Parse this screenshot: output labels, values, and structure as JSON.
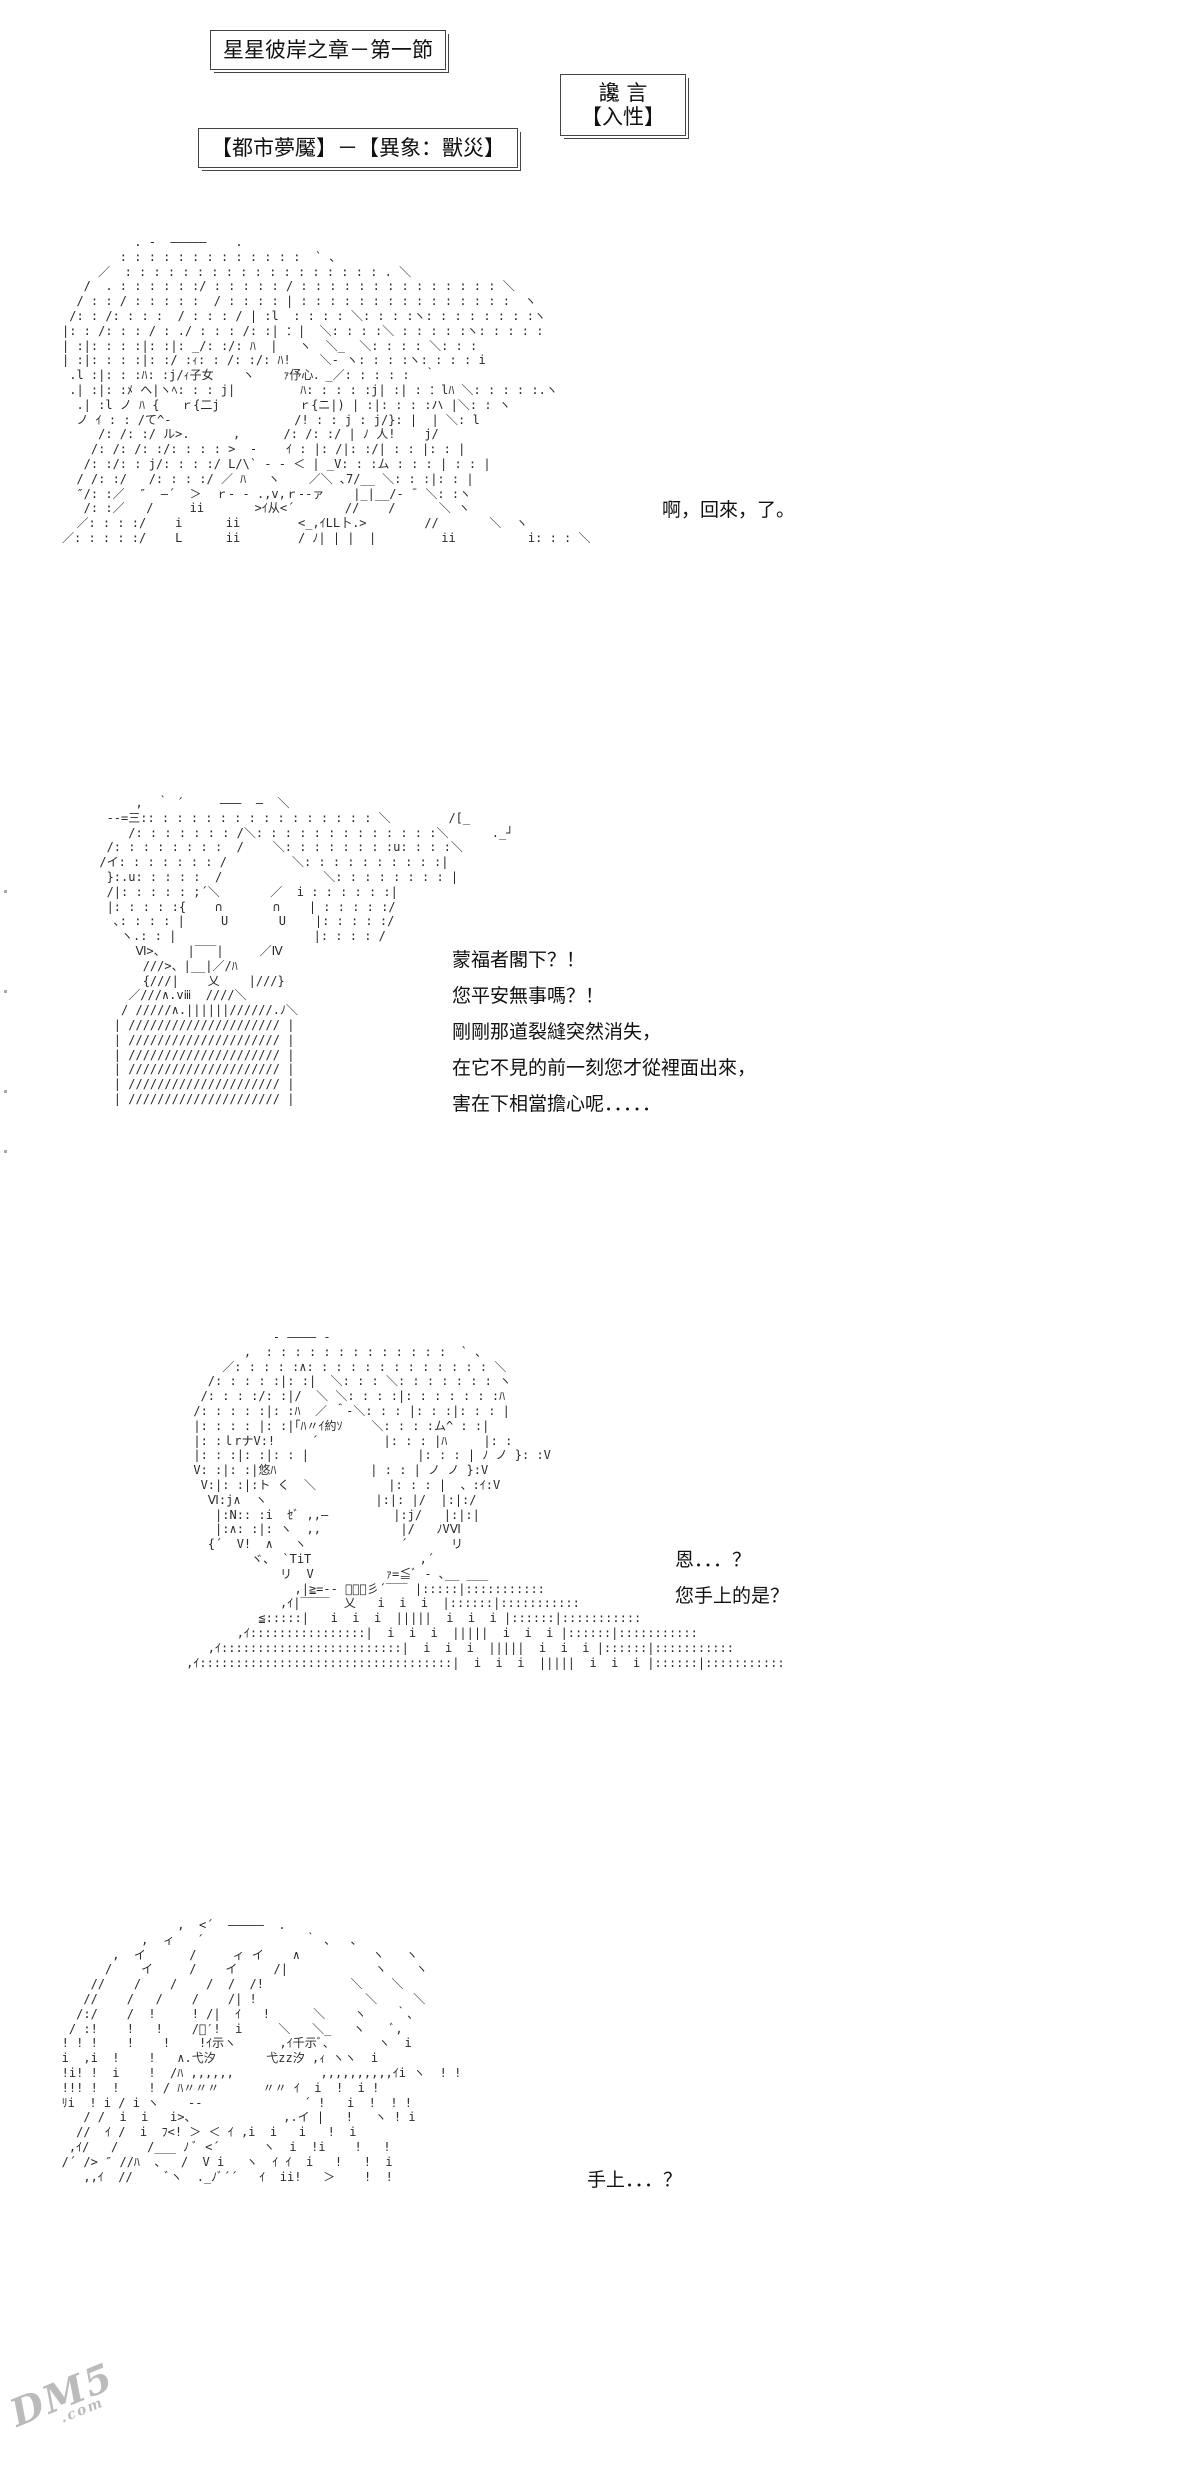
{
  "header": {
    "title": "星星彼岸之章－第一節",
    "tag": "【都市夢魘】－【異象：獸災】",
    "stat_line1": "讒  言",
    "stat_line2": "【入性】"
  },
  "panels": [
    {
      "lines": [
        "啊，回來，了。"
      ]
    },
    {
      "lines": [
        "蒙福者閣下？！",
        "您平安無事嗎？！",
        "剛剛那道裂縫突然消失，",
        "在它不見的前一刻您才從裡面出來，",
        "害在下相當擔心呢．．．．．"
      ]
    },
    {
      "lines": [
        "恩．．．？",
        "您手上的是？"
      ]
    },
    {
      "lines": [
        "手上．．．？"
      ]
    }
  ],
  "art": {
    "a1": "          . -  ―――――    .\n        : : : : : : : : : : : : :  ` 、\n     ／  : : : : : : : : : : : : : : : : : : . ＼\n   /  . : : : : : :/ : : : : : / : : : : : : : : : : : : : : ＼\n  / : : / : : : : :  / : : : : | : : : : : : : : : : : : : : :  ヽ\n /: : /: : : :  / : : : / | :l  : : : : ＼: : : :ヽ: : : : : : : :ヽ\n|: : /: : : / : ./ : : : /: :| ：|  ＼: : : :＼ : : : : :ヽ: : : : :\n| :|: : : :|: :|: _/: :/: ﾊ  |   ヽ  ＼_  ＼: : : : ＼: : :\n| :|: : : :|: :/ :ｨ: : /: :/: ﾊ!    ＼- ヽ: : : :ヽ: : : : i\n .l :|: : :ﾊ: :j/ｨ子女    ヽ    ｧ伃心．_／: : : : :  ｀\n .| :|: :ﾒ ヘ|ヽﾍ: : : j|         ﾊ: : : : :j| :| : ：lﾊ ＼: : : : :.ヽ\n  .| :l ノ ﾊ {   ｒ{二j           ｒ{ニ|) | :|: : : :ハ |＼: : ヽ\n  ノ ｲ : : /て^-                 /! : : j : j/}: |  | ＼: l\n     /: /: :/ ル>.      ,      /: /: :/ | ﾉ 人!    j/\n    /: /: /: :/: : : : >  ‐    ｲ : |: /|: :/| : : |: : |\n   /: :/: : j/: : : :/ L/\\` ‐ ‐ ＜ | _V: : :ム : : : | : : |\n  / /: :/   /: : : :/ ／ ﾊ   ヽ    ／＼ ､7/__ ＼: : :|: : |\n  ″/: :／  ″  ―´  ＞  ｒ‐ ‐ .,v,ｒ‐‐ァ    |_|__/‐ ¯ ＼: :ヽ\n   /: :／   /     ii       >ｲ从<´       //    /      ＼ ヽ\n  ／: : : :/    i      ii        <_,ｲLL卜.>        //       ＼  ヽ\n／: : : : :/    L      ii        / ﾉ| | |  |         ii          i: : : ＼",
    "a2": "           ,  ｀ ´     ―――  ―  ＼\n       ‐‐=三:: : : : : : : : : : : : : : : : ＼        /[_\n          /: : : : : : : /＼: : : : : : : : : : : : :＼      ._┘\n       /: : : : : : : :  /    ＼: : : : : : : :u: : : :＼\n      /イ: : : : : : : /         ＼: : : : : : : : : :|\n       }:.u: : : : :  /              ＼: : : : : : : : |\n       /|: : : : : ;´＼       ／  i : : : : : :|\n       |: : : : :{    ∩       ∩    | : : : : :/\n        ､: : : : |     U       U    |: : : : :/\n         ヽ.: : |                   |: : : : /\n           Ⅵ>、   |‾‾‾|     ／Ⅳ\n            ///>、|__|／/ﾊ\n            {///|    乂    |///}\n          ／///∧.vⅲ  ////＼\n         / /////∧.||||||//////.ﾉ＼\n        | ///////////////////// |\n        | ///////////////////// |\n        | ///////////////////// |\n        | ///////////////////// |\n        | ///////////////////// |\n        | ///////////////////// |",
    "a3": "                 ‐ ―――― ‐\n             ,  : : : : : : : : : : : : :  ` 、\n          ／: : : : :∧: : : : : : : : : : : : : ＼\n        /: : : : :|: :|  ＼: : : ＼: : : : : : : ヽ\n       /: : : :/: :|/  ＼ ＼: : : :|: : : : : : :ﾊ\n      /: : : : :|: :ﾊ  ／ ＾-＼: : : |: : :|: : : |\n      |: : : : |: :|｢ﾊ〃ｲ約ｿ    ＼: : : :ム^ : :|\n      |: :ｌrナV:!     ´         |: : : |ﾊ     |: :\n      |: : :|: :|: : |               |: : : | ﾉ ノ }: :V\n      V: :|: :|悠ﾊ             | : : | ノ ノ }:V\n       V:|: :|:ト く  ＼          |: : : |  、:ｲ:V\n        Ⅵ:j∧  ヽ               |:|: |/  |:|:/\n         |:N:: :i  ｾﾞ ,,―         |:j/   |:|:|\n         |:∧: :|: ヽ  ,,           |/   ﾉVⅥ\n        {´  V!  ∧   ヽ             ´      リ\n              ヾ、 `TiT               ,´\n                  リ  V          ｧ=≦ﾞ ‐ ､__ ___\n                    ,|≧=‐‐ ﾞ《》彡´‾‾‾ |:::::|:::::::::::\n                  ,ｲ|‾‾‾‾  乂   i  i  i  |::::::|:::::::::::\n               ≦:::::|   i  i  i  |||||  i  i  i |::::::|:::::::::::\n            ,ｲ::::::::::::::::|  i  i  i  |||||  i  i  i |::::::|:::::::::::\n        ,ｲ:::::::::::::::::::::::::|  i  i  i  |||||  i  i  i |::::::|:::::::::::\n     ,ｲ:::::::::::::::::::::::::::::::::::|  i  i  i  |||||  i  i  i |::::::|:::::::::::",
    "a4": "                   ,  <´  ―――――  .\n              ,  ィ   ´              ｀ 、  、\n          ,  イ      /     ィ イ    ∧          ヽ   ヽ\n         /    イ     /    イ     /|            ヽ    ヽ\n       //    /    /    /  /  /!            ＼    ＼\n      //    /   /    /    /| !               ＼     ＼\n     /:/    /  !     ! /|  ｲ   !      ＼    ヽ    ｀、\n    / :!    !   !    /ﾞ′!  i     ＼   ＼_   ヽ    ﾞ,\n   ! ! !    !    !    !ｲ示ヽ      ,ｲ千示ﾞ、      ヽ  i\n   i  ,i  !    !   ∧.弋汐       弋zz汐 ,ｨ ヽヽ  i\n   !i! !  i    !  /ﾊ ,,,,,,            ,,,,,,,,,,ｲi ヽ  ! !\n   !!! !  !    ! / ﾊ〃〃〃      〃〃 ｲ  i  !  i !\n   ﾘi  ! i / i ヽ    ‐‐              ´ !   i  !  ! !\n      / /  i  i   i>、            ,.イ |   !   ヽ ! i\n     //  ｲ /  i  ﾌ<! ＞ ＜ ｲ ,i  i   i   !  i\n    ,ｲ/   /    /___ ﾉ ﾞ <´      ヽ  i  !i    !   !\n   /´ /> ″ //ﾊ  、  /  V i   ヽ  ｲ ｲ  i   !   !  i\n      ,,ｲ  //     ﾞヽ  ._ﾉﾞ´´   ｲ  ii!   ＞    !  !"
  },
  "watermark": {
    "brand": "DM5",
    "suffix": ".com"
  }
}
